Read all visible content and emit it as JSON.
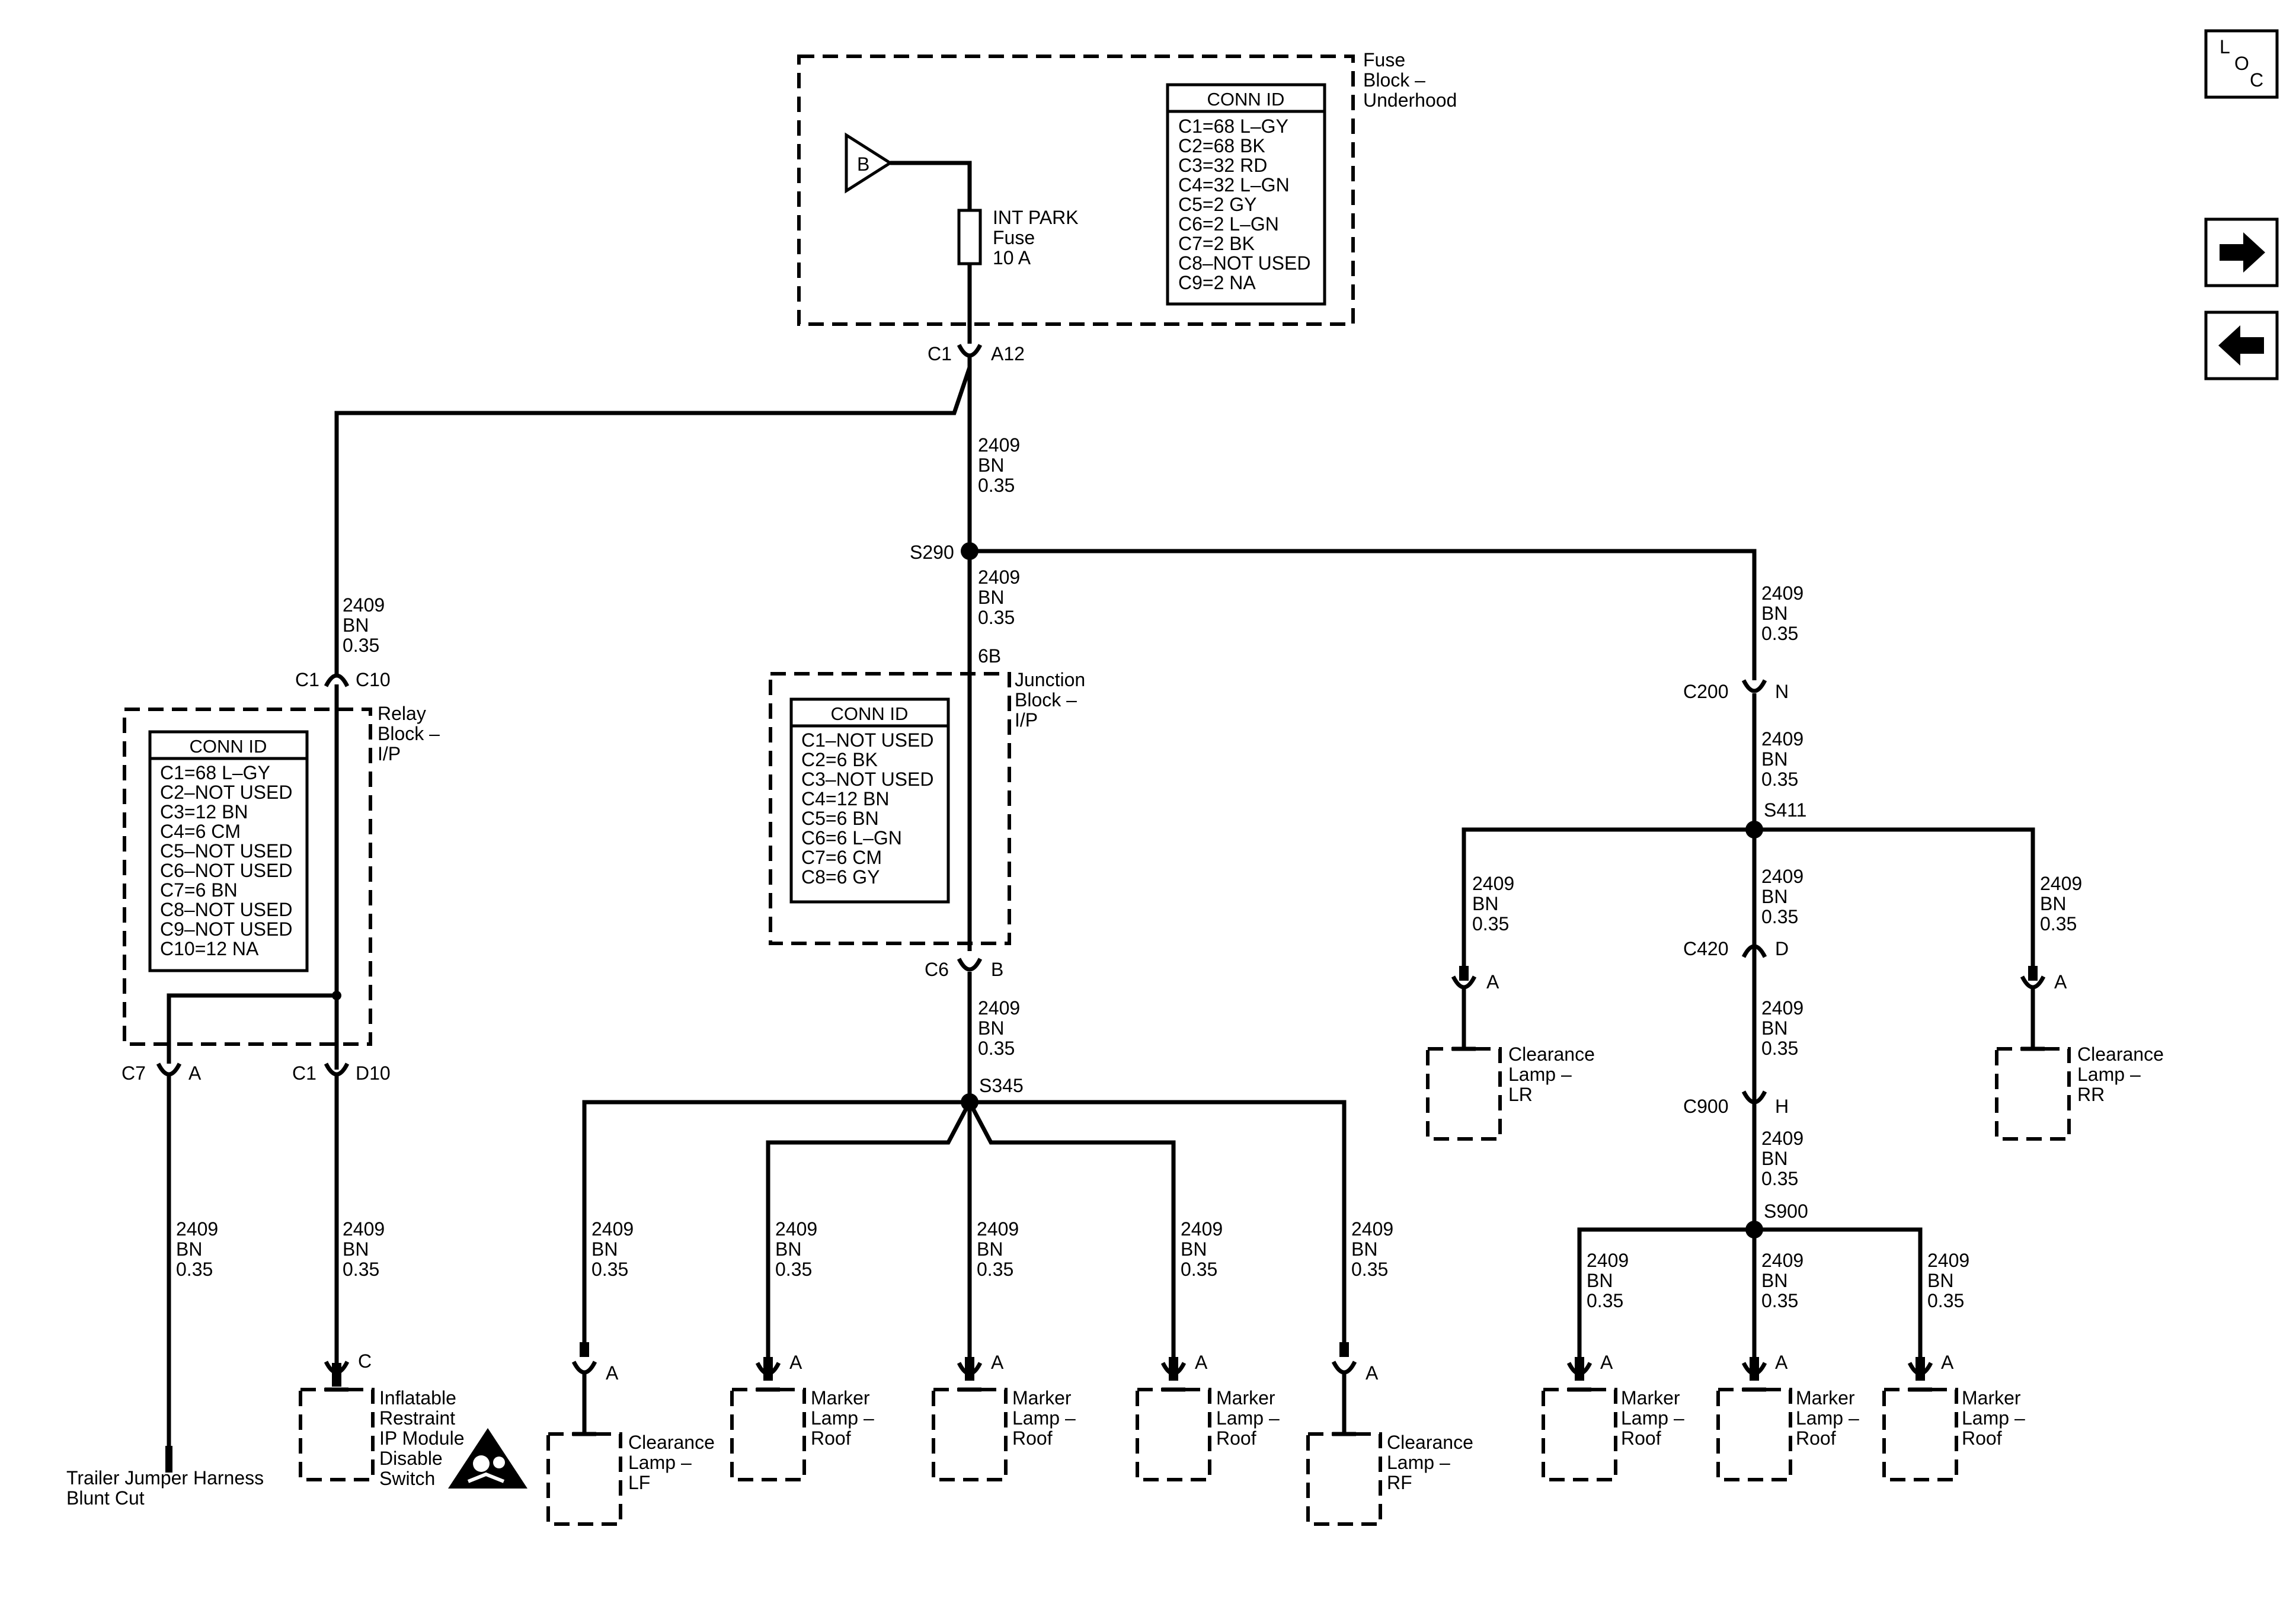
{
  "nav": {
    "loc": [
      "L",
      "O",
      "C"
    ],
    "forward_icon": "arrow-right-icon",
    "back_icon": "arrow-left-icon"
  },
  "fuse_block": {
    "name": [
      "Fuse",
      "Block –",
      "Underhood"
    ],
    "source": "B",
    "fuse": [
      "INT PARK",
      "Fuse",
      "10 A"
    ],
    "conn_title": "CONN ID",
    "conn": [
      "C1=68 L–GY",
      "C2=68 BK",
      "C3=32 RD",
      "C4=32 L–GN",
      "C5=2 GY",
      "C6=2 L–GN",
      "C7=2 BK",
      "C8–NOT USED",
      "C9=2 NA"
    ]
  },
  "relay_block": {
    "name": [
      "Relay",
      "Block –",
      "I/P"
    ],
    "conn_title": "CONN ID",
    "conn": [
      "C1=68 L–GY",
      "C2–NOT USED",
      "C3=12 BN",
      "C4=6 CM",
      "C5–NOT USED",
      "C6–NOT USED",
      "C7=6 BN",
      "C8–NOT USED",
      "C9–NOT USED",
      "C10=12 NA"
    ]
  },
  "junction_block": {
    "name": [
      "Junction",
      "Block –",
      "I/P"
    ],
    "pin": "6B",
    "conn_title": "CONN ID",
    "conn": [
      "C1–NOT USED",
      "C2=6 BK",
      "C3–NOT USED",
      "C4=12 BN",
      "C5=6 BN",
      "C6=6 L–GN",
      "C7=6 CM",
      "C8=6 GY"
    ]
  },
  "wire": [
    "2409",
    "BN",
    "0.35"
  ],
  "connectors": {
    "fuse_out": [
      "C1",
      "A12"
    ],
    "relay_in": [
      "C1",
      "C10"
    ],
    "relay_out_a": [
      "C7",
      "A"
    ],
    "relay_out_b": [
      "C1",
      "D10"
    ],
    "jb_out": [
      "C6",
      "B"
    ],
    "c200": [
      "C200",
      "N"
    ],
    "c420": [
      "C420",
      "D"
    ],
    "c900": [
      "C900",
      "H"
    ]
  },
  "splices": {
    "s290": "S290",
    "s345": "S345",
    "s411": "S411",
    "s900": "S900"
  },
  "pin_labels": {
    "a": "A",
    "c": "C"
  },
  "components": {
    "trailer": [
      "Trailer Jumper Harness",
      "Blunt Cut"
    ],
    "airbag_switch": [
      "Inflatable",
      "Restraint",
      "IP Module",
      "Disable",
      "Switch"
    ],
    "clearance_lf": [
      "Clearance",
      "Lamp –",
      "LF"
    ],
    "clearance_rf": [
      "Clearance",
      "Lamp –",
      "RF"
    ],
    "clearance_lr": [
      "Clearance",
      "Lamp –",
      "LR"
    ],
    "clearance_rr": [
      "Clearance",
      "Lamp –",
      "RR"
    ],
    "marker": [
      "Marker",
      "Lamp –",
      "Roof"
    ]
  }
}
